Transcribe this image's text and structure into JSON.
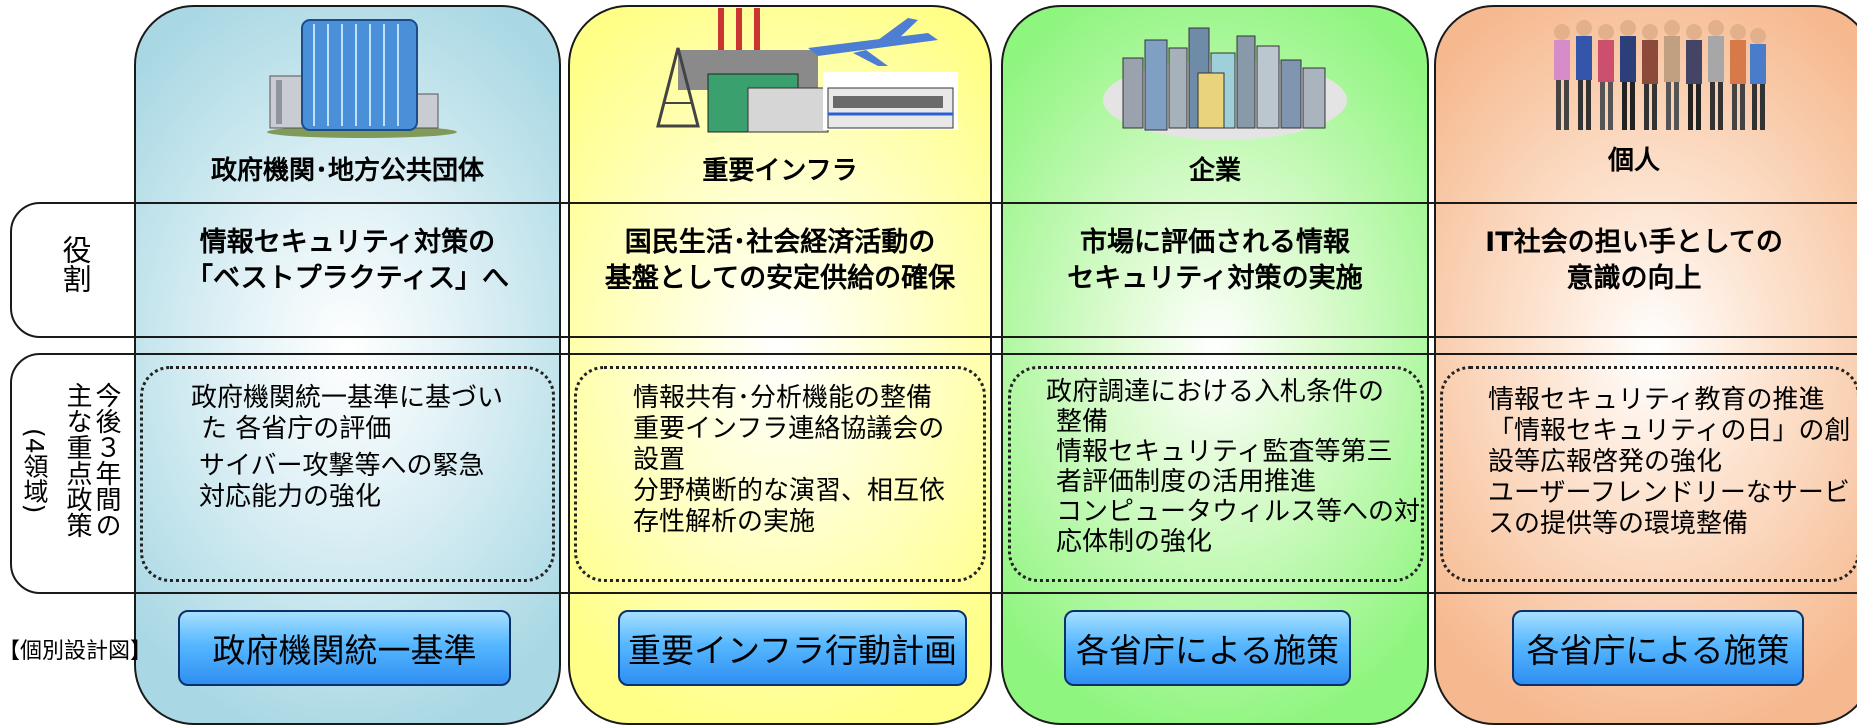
{
  "row_labels": {
    "role": "役割",
    "policy_col1": "今後３年間の",
    "policy_col2": "主な重点政策",
    "policy_col3": "(4領域)"
  },
  "plans_label": "【個別設計図】",
  "columns": [
    {
      "title": "政府機関･地方公共団体",
      "role_lines": [
        "情報セキュリティ対策の",
        "「ベストプラクティス」へ"
      ],
      "policy_lines": [
        "政府機関統一基準に基づい",
        "た 各省庁の評価",
        "サイバー攻撃等への緊急",
        "対応能力の強化"
      ],
      "plan": "政府機関統一基準",
      "icon": "government-building-icon"
    },
    {
      "title": "重要インフラ",
      "role_lines": [
        "国民生活･社会経済活動の",
        "基盤としての安定供給の確保"
      ],
      "policy_lines": [
        "情報共有･分析機能の整備",
        "重要インフラ連絡協議会の",
        "設置",
        "分野横断的な演習、相互依",
        "存性解析の実施"
      ],
      "plan": "重要インフラ行動計画",
      "icon": "infrastructure-icon"
    },
    {
      "title": "企業",
      "role_lines": [
        "市場に評価される情報",
        "セキュリティ対策の実施"
      ],
      "policy_lines": [
        "政府調達における入札条件の",
        "整備",
        "情報セキュリティ監査等第三",
        "者評価制度の活用推進",
        "コンピュータウィルス等への対",
        "応体制の強化"
      ],
      "plan": "各省庁による施策",
      "icon": "city-buildings-icon"
    },
    {
      "title": "個人",
      "role_lines": [
        "IT社会の担い手としての",
        "意識の向上"
      ],
      "policy_lines": [
        "情報セキュリティ教育の推進",
        "「情報セキュリティの日」の創",
        "設等広報啓発の強化",
        "ユーザーフレンドリーなサービ",
        "スの提供等の環境整備"
      ],
      "plan": "各省庁による施策",
      "icon": "people-group-icon"
    }
  ]
}
